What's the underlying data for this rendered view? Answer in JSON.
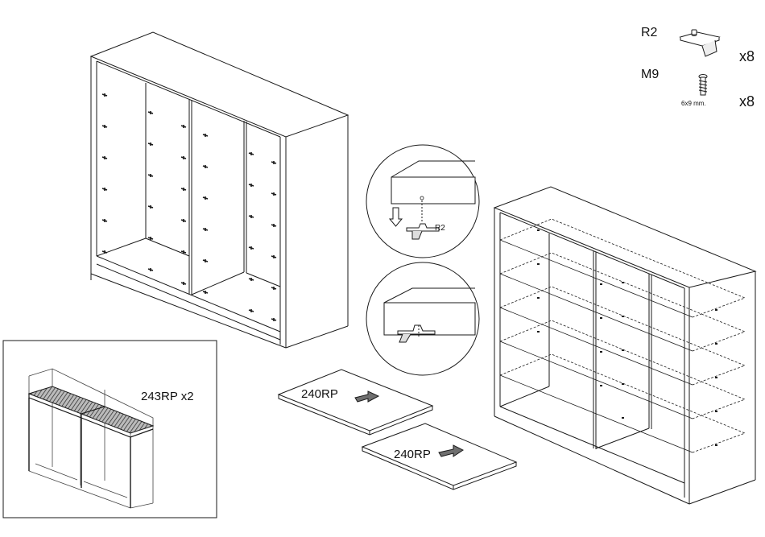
{
  "parts": [
    {
      "code": "R2",
      "quantity": "x8",
      "icon": "shelf-support-bracket-icon"
    },
    {
      "code": "M9",
      "quantity": "x8",
      "icon": "screw-icon",
      "size": "6x9 mm."
    }
  ],
  "detail_callout": {
    "part_label": "R2"
  },
  "shelves": [
    {
      "label": "240RP"
    },
    {
      "label": "240RP"
    }
  ],
  "inset": {
    "label": "243RP x2"
  },
  "colors": {
    "line": "#1a1a1a",
    "highlight_fill": "#666666",
    "arrow_fill": "#6f6f6f"
  }
}
